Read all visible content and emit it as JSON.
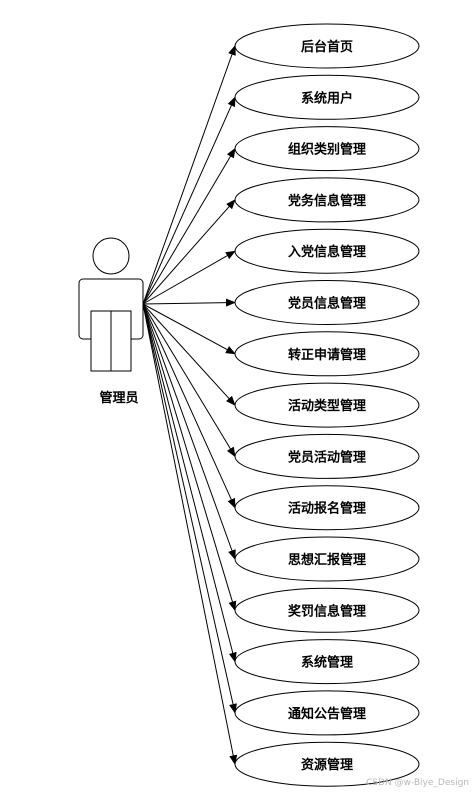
{
  "actor": {
    "label": "管理员",
    "icon": "user-actor-icon"
  },
  "use_cases": [
    {
      "label": "后台首页"
    },
    {
      "label": "系统用户"
    },
    {
      "label": "组织类别管理"
    },
    {
      "label": "党务信息管理"
    },
    {
      "label": "入党信息管理"
    },
    {
      "label": "党员信息管理"
    },
    {
      "label": "转正申请管理"
    },
    {
      "label": "活动类型管理"
    },
    {
      "label": "党员活动管理"
    },
    {
      "label": "活动报名管理"
    },
    {
      "label": "思想汇报管理"
    },
    {
      "label": "奖罚信息管理"
    },
    {
      "label": "系统管理"
    },
    {
      "label": "通知公告管理"
    },
    {
      "label": "资源管理"
    }
  ],
  "watermark": "CSDN @w-Biye_Design",
  "colors": {
    "stroke": "#000000",
    "fill": "#ffffff",
    "watermark": "#b8b8b8"
  }
}
